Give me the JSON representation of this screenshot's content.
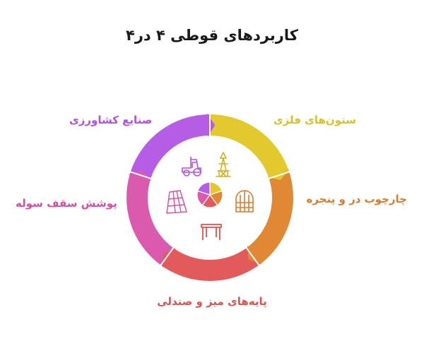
{
  "title": "کاربردهای قوطی ۴ در۴",
  "segments": [
    {
      "label": "ستون‌های فلزی",
      "color": "#e2c92d",
      "icon": "tower-icon"
    },
    {
      "label": "چارچوب در و پنجره",
      "color": "#e08834",
      "icon": "arched-window-icon"
    },
    {
      "label": "پایه‌های میز و صندلی",
      "color": "#e35a5a",
      "icon": "table-frame-icon"
    },
    {
      "label": "پوشش سقف سوله",
      "color": "#da5aae",
      "icon": "corrugated-roof-icon"
    },
    {
      "label": "صنایع کشاورزی",
      "color": "#b65de6",
      "icon": "tractor-icon"
    }
  ]
}
